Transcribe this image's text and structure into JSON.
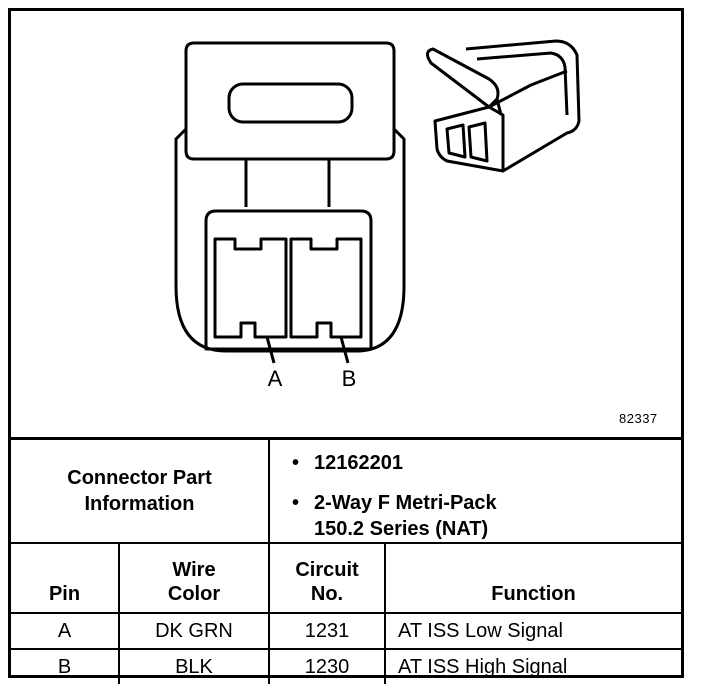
{
  "diagram": {
    "pin_labels": [
      "A",
      "B"
    ],
    "figure_id": "82337"
  },
  "table": {
    "connector_part_info_label_line1": "Connector Part",
    "connector_part_info_label_line2": "Information",
    "part_number": "12162201",
    "connector_desc_line1": "2-Way F Metri-Pack",
    "connector_desc_line2": "150.2 Series (NAT)",
    "headers": {
      "pin": "Pin",
      "wire_color_line1": "Wire",
      "wire_color_line2": "Color",
      "circuit_line1": "Circuit",
      "circuit_line2": "No.",
      "function": "Function"
    },
    "rows": [
      {
        "pin": "A",
        "wire_color": "DK GRN",
        "circuit": "1231",
        "function": "AT ISS Low Signal"
      },
      {
        "pin": "B",
        "wire_color": "BLK",
        "circuit": "1230",
        "function": "AT ISS High Signal"
      }
    ]
  }
}
